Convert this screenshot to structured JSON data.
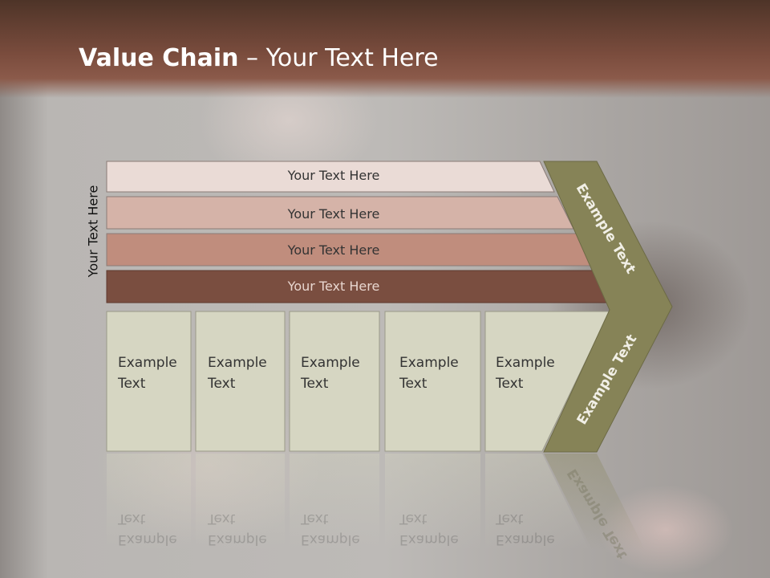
{
  "slide": {
    "title_bold": "Value Chain",
    "title_rest": " – Your Text Here",
    "side_label": "Your Text Here"
  },
  "bars": [
    {
      "label": "Your Text Here"
    },
    {
      "label": "Your Text Here"
    },
    {
      "label": "Your Text Here"
    },
    {
      "label": "Your Text Here"
    }
  ],
  "cells": [
    {
      "line1": "Example",
      "line2": "Text"
    },
    {
      "line1": "Example",
      "line2": "Text"
    },
    {
      "line1": "Example",
      "line2": "Text"
    },
    {
      "line1": "Example",
      "line2": "Text"
    },
    {
      "line1": "Example",
      "line2": "Text"
    }
  ],
  "chevron": {
    "upper": "Example Text",
    "lower": "Example Text"
  },
  "colors": {
    "bar1": "#eadbd6",
    "bar2": "#d5b3a8",
    "bar3": "#c08d7d",
    "bar4": "#7a4e40",
    "cell": "#d6d6c2",
    "chevron": "#868357"
  }
}
